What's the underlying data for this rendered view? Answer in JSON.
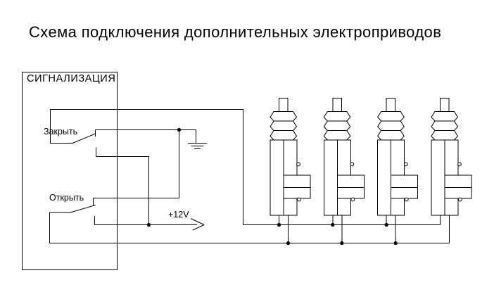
{
  "title": "Схема подключения дополнительных электроприводов",
  "alarm_unit": {
    "label": "СИГНАЛИЗАЦИЯ",
    "switches": [
      {
        "label": "Закрыть"
      },
      {
        "label": "Открыть"
      }
    ]
  },
  "power": {
    "label": "+12V"
  },
  "actuators": {
    "count": 4
  },
  "junctions": {
    "count": 8
  },
  "icons": [
    "ground-icon",
    "arrow-right-icon"
  ],
  "colors": {
    "line": "#000000",
    "background": "#ffffff",
    "text": "#000000"
  }
}
